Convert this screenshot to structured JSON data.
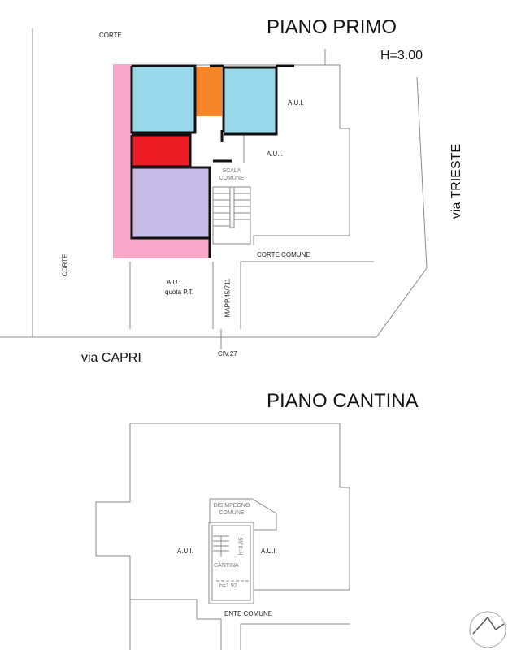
{
  "piano_primo": {
    "title": "PIANO PRIMO",
    "height": "H=3.00",
    "labels": {
      "corte_top": "CORTE",
      "corte_left": "CORTE",
      "aui_1": "A.U.I.",
      "aui_2": "A.U.I.",
      "scala": "SCALA",
      "comune": "COMUNE",
      "corte_comune": "CORTE COMUNE",
      "aui_pt": "A.U.I.",
      "quota_pt": "quota P.T.",
      "mapp": "MAPP.45/711",
      "civ": "CIV.27",
      "via_capri": "via CAPRI",
      "via_trieste": "via TRIESTE"
    },
    "room_colors": {
      "left_room": "#99d8e8",
      "small_room": "#f7862a",
      "right_room": "#99d8e8",
      "red_room": "#ec1c24",
      "purple_room": "#c6bde6",
      "balcony": "#f7a8c8"
    }
  },
  "piano_cantina": {
    "title": "PIANO CANTINA",
    "labels": {
      "disimpegno": "DISIMPEGNO",
      "comune": "COMUNE",
      "aui_left": "A.U.I.",
      "aui_right": "A.U.I.",
      "cantina": "CANTINA",
      "h1": "h=3.35",
      "h2": "h=1.92",
      "ente_comune": "ENTE COMUNE"
    }
  }
}
